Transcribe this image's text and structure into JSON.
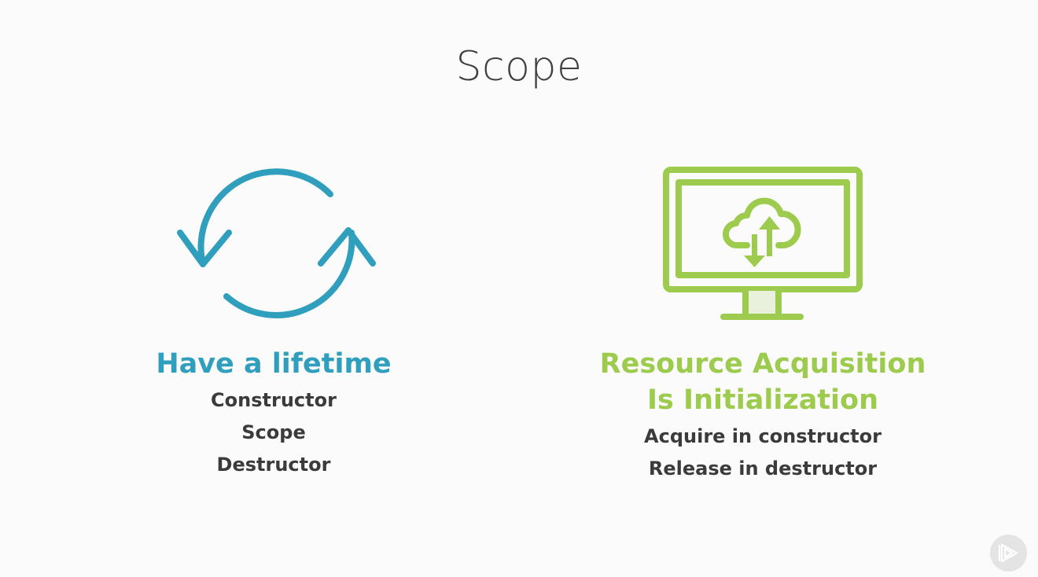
{
  "slide": {
    "title": "Scope"
  },
  "left": {
    "icon": "refresh-cycle-icon",
    "heading": "Have a lifetime",
    "items": [
      "Constructor",
      "Scope",
      "Destructor"
    ],
    "accent_color": "#2f9fbd"
  },
  "right": {
    "icon": "monitor-cloud-sync-icon",
    "heading_lines": [
      "Resource Acquisition",
      "Is Initialization"
    ],
    "items": [
      "Acquire in constructor",
      "Release in destructor"
    ],
    "accent_color": "#9ccb4d"
  },
  "player": {
    "icon": "play-logo-icon"
  }
}
